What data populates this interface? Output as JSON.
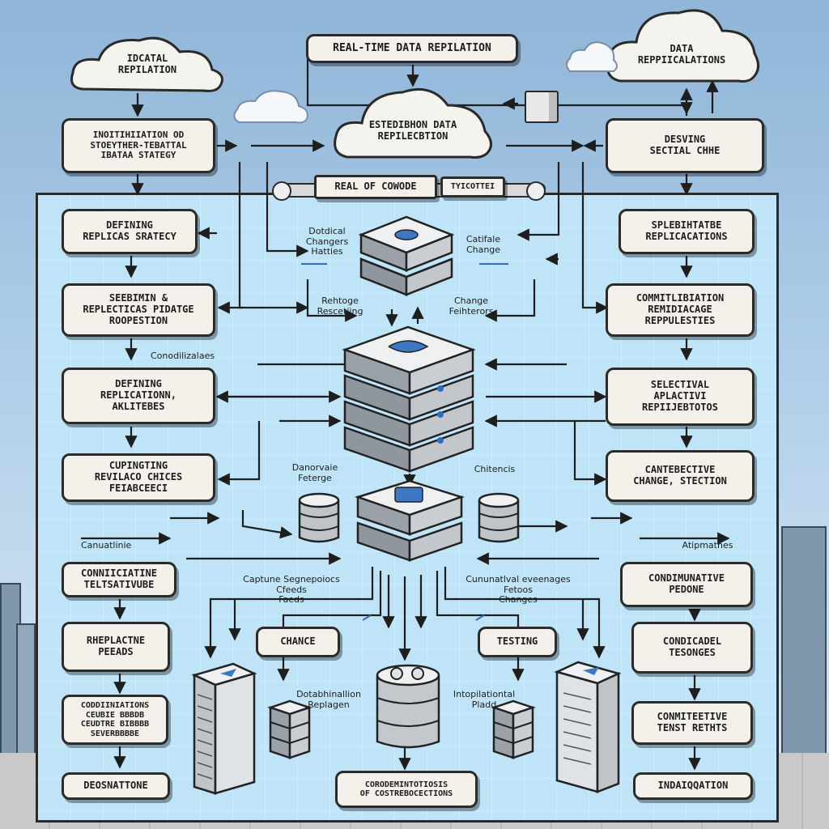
{
  "clouds": {
    "top_left": "IDCATAL\nREPILATION",
    "top_right": "DATA\nREPPIICALATIONS",
    "center": "ESTEDIBHON DATA\nREPILECBTION"
  },
  "header": {
    "title": "REAL-TIME DATA REPILATION",
    "banner_left": "REAL OF COWODE",
    "banner_right": "TYICOTTEI"
  },
  "outside_boxes": {
    "left": "INOITIHIIATION OD\nSTOEYTHER-TEBATTAL\nIBATAA STATEGY",
    "right": "DESVING\nSECTIAL CHHE"
  },
  "left_column": [
    "DEFINING\nREPLICAS SRATECY",
    "SEEBIMIN &\nREPLECTICAS PIDATGE\nROOPESTION",
    "DEFINING\nREPLICATIONN,\nAKLITEBES",
    "CUPINGTING\nREVILACO CHICES\nFEIABCEECI",
    "CONNIICIATINE\nTELTSATIVUBE",
    "RHEPLACTNE\nPEEADS",
    "CODDIINIATIONS\nCEUBIE BBBDB\nCEUDTRE BIBBBB\nSEVERBBBBE",
    "DEOSNATTONE"
  ],
  "right_column": [
    "SPLEBIHTATBE\nREPLICACATIONS",
    "COMMITLIBIATION\nREMIDIACAGE\nREPPULESTIES",
    "SELECTIVAL\nAPLACTIVI\nREPIIJEBTOTOS",
    "CANTEBECTIVE\nCHANGE, STECTION",
    "CONDIMUNATIVE\nPEDONE",
    "CONDICADEL\nTESONGES",
    "CONMITEETIVE\nTENST RETHTS",
    "INDAIQQATION"
  ],
  "center_boxes": {
    "change": "CHANCE",
    "testing": "TESTING",
    "bottom": "CORODEMINTOTIOSIS\nOF COSTREBOCECTIONS"
  },
  "notes": {
    "n1": "Dotdical\nChangers\nHatties",
    "n2": "Catifale\nChange",
    "n3": "Rehtoge\nRescetiing",
    "n4": "Change\nFeihterors",
    "n5": "Conodilizalaes",
    "n6": "Danorvaie\nFeterge",
    "n7": "Chitencis",
    "n8": "Canuatlinie",
    "n9": "Atipmathes",
    "n10": "Captune Segnepoiocs\nCfeeds\nFaeds",
    "n11": "Cununatlval eveenages\nFetoos\nChanges",
    "n12": "Dotabhinallion\nReplagen",
    "n13": "Intopilationtal\nPladd"
  },
  "colors": {
    "board": "#bfe4f8",
    "box": "#f4f1ea",
    "line": "#1e1e1e",
    "accent": "#2f6fbf"
  }
}
